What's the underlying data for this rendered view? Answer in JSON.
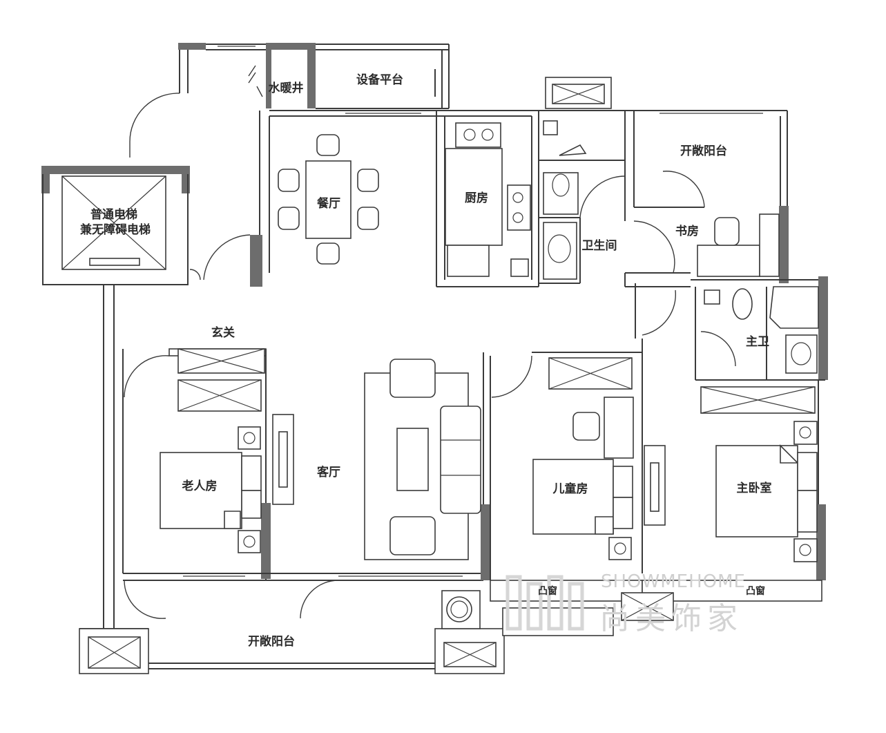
{
  "rooms": {
    "elevator_line1": "普通电梯",
    "elevator_line2": "兼无障碍电梯",
    "water_shaft": "水暖井",
    "equipment_platform": "设备平台",
    "dining": "餐厅",
    "kitchen": "厨房",
    "bathroom": "卫生间",
    "open_balcony_top": "开敞阳台",
    "study": "书房",
    "entrance": "玄关",
    "master_bath": "主卫",
    "living": "客厅",
    "elderly_room": "老人房",
    "children_room": "儿童房",
    "master_bedroom": "主卧室",
    "bay_window_1": "凸窗",
    "bay_window_2": "凸窗",
    "open_balcony_bottom": "开敞阳台"
  },
  "watermark": {
    "english": "SHOWMEHOME",
    "chinese": "尚美饰家"
  }
}
